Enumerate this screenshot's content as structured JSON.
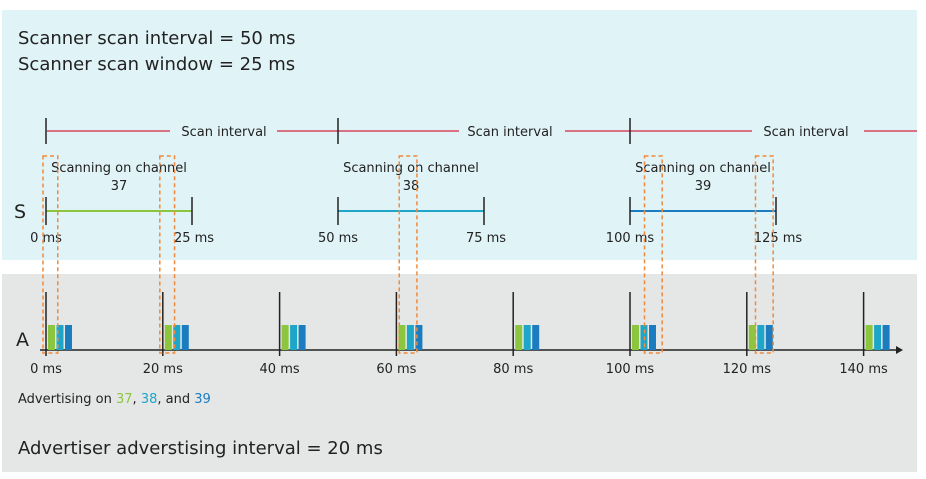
{
  "scanner": {
    "interval_line": "Scanner scan interval = 50 ms",
    "window_line": "Scanner scan window = 25 ms",
    "row_label": "S",
    "interval_label": "Scan interval",
    "windows": [
      {
        "channel": "37",
        "caption": "Scanning on channel",
        "start": 0,
        "end": 25,
        "start_label": "0 ms",
        "end_label": "25 ms",
        "color": "#8cc63f"
      },
      {
        "channel": "38",
        "caption": "Scanning on channel",
        "start": 50,
        "end": 75,
        "start_label": "50 ms",
        "end_label": "75 ms",
        "color": "#1ea6c8"
      },
      {
        "channel": "39",
        "caption": "Scanning on channel",
        "start": 100,
        "end": 125,
        "start_label": "100 ms",
        "end_label": "125 ms",
        "color": "#1b7cc0"
      }
    ],
    "interval_ticks": [
      0,
      50,
      100
    ],
    "interval_line_color": "#d9485f"
  },
  "advertiser": {
    "row_label": "A",
    "events": [
      0,
      20,
      40,
      60,
      80,
      100,
      120,
      140
    ],
    "tick_labels": [
      "0 ms",
      "20 ms",
      "40 ms",
      "60 ms",
      "80 ms",
      "100 ms",
      "120 ms",
      "140 ms"
    ],
    "channel_colors": [
      "#8cc63f",
      "#1ea6c8",
      "#1b7cc0"
    ],
    "legend_prefix": "Advertising on ",
    "legend_37": "37",
    "legend_sep1": ", ",
    "legend_38": "38",
    "legend_sep2": ", and ",
    "legend_39": "39",
    "interval_line": "Advertiser adverstising interval = 20 ms"
  },
  "highlight_color": "#f08a3c",
  "highlights": [
    {
      "from": 0.0,
      "to": 1.5
    },
    {
      "from": 20.0,
      "to": 21.5
    },
    {
      "from": 61.0,
      "to": 63.0
    },
    {
      "from": 103.0,
      "to": 105.0
    },
    {
      "from": 122.0,
      "to": 124.0
    }
  ]
}
